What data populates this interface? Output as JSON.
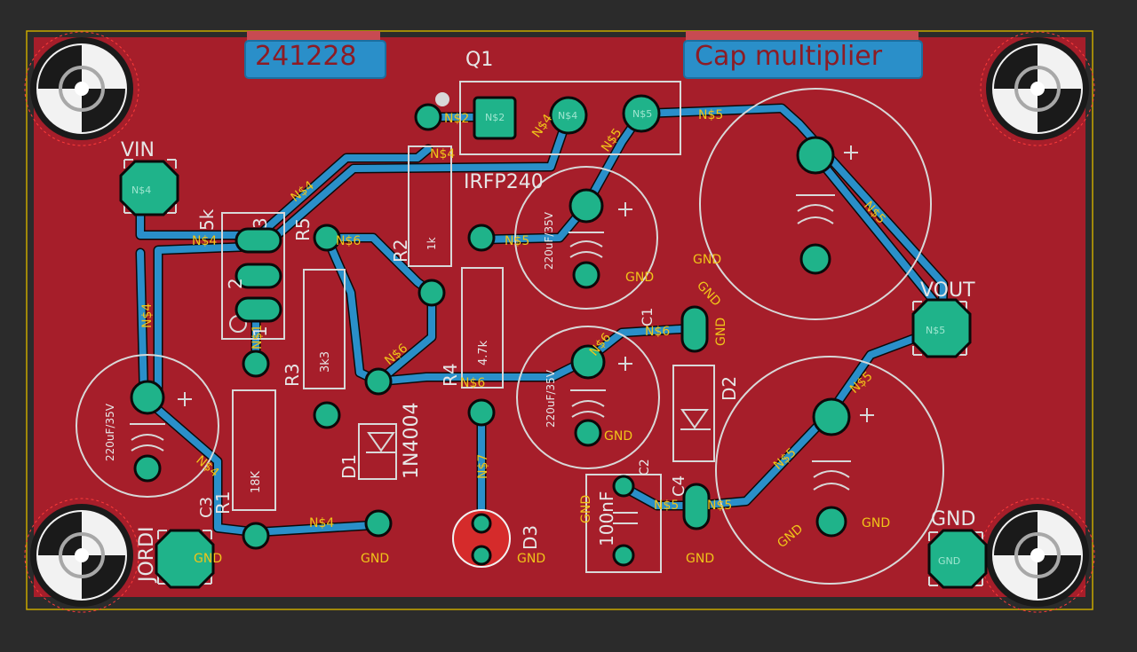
{
  "colors": {
    "background": "#2b2b2b",
    "board": "#a61e2a",
    "trace": "#2a8fc9",
    "pad": "#1fb38a",
    "silkscreen": "#d8d8d8",
    "net_label": "#f0c419",
    "outline": "#c8a800"
  },
  "titles": {
    "date": "241228",
    "project": "Cap multiplier"
  },
  "refdes": {
    "q1": "Q1",
    "q1_value": "IRFP240",
    "vin": "VIN",
    "vout": "VOUT",
    "gnd": "GND",
    "r1": "R1",
    "r1_value": "18K",
    "r2": "R2",
    "r2_value": "1k",
    "r3": "R3",
    "r3_value": "3k3",
    "r4": "R4",
    "r4_value": "4.7k",
    "r5": "R5",
    "r5_value": "5k",
    "d1": "D1",
    "d1_value": "1N4004",
    "d2": "D2",
    "d3": "D3",
    "c1": "C1",
    "c2": "C2",
    "c2_value": "100nF",
    "c3": "C3",
    "c4": "C4",
    "cap_value": "220uF/35V",
    "jordi": "JORDI"
  },
  "net_labels": {
    "n1": "N$1",
    "n2": "N$2",
    "n4": "N$4",
    "n5": "N$5",
    "n6": "N$6",
    "n7": "N$7",
    "gnd": "GND"
  },
  "pot_pins": [
    "3",
    "2",
    "1"
  ]
}
